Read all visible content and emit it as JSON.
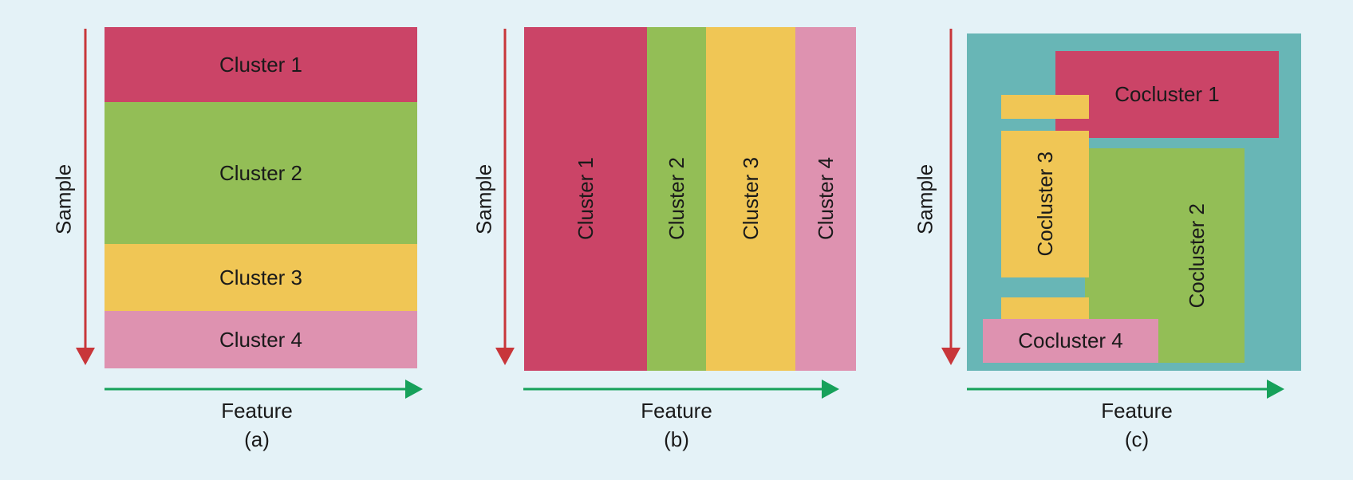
{
  "colors": {
    "background": "#e4f2f7",
    "red": "#cb4467",
    "green": "#93be56",
    "yellow": "#f0c655",
    "pink": "#de92b0",
    "teal": "#68b6b6",
    "sample_arrow": "#c8363a",
    "feature_arrow": "#16a15a"
  },
  "panel_a": {
    "sample_label": "Sample",
    "feature_label": "Feature",
    "caption": "(a)",
    "clusters": [
      "Cluster 1",
      "Cluster 2",
      "Cluster 3",
      "Cluster 4"
    ]
  },
  "panel_b": {
    "sample_label": "Sample",
    "feature_label": "Feature",
    "caption": "(b)",
    "clusters": [
      "Cluster 1",
      "Cluster 2",
      "Cluster 3",
      "Cluster 4"
    ]
  },
  "panel_c": {
    "sample_label": "Sample",
    "feature_label": "Feature",
    "caption": "(c)",
    "coclusters": [
      "Cocluster 1",
      "Cocluster 2",
      "Cocluster 3",
      "Cocluster 4"
    ]
  }
}
